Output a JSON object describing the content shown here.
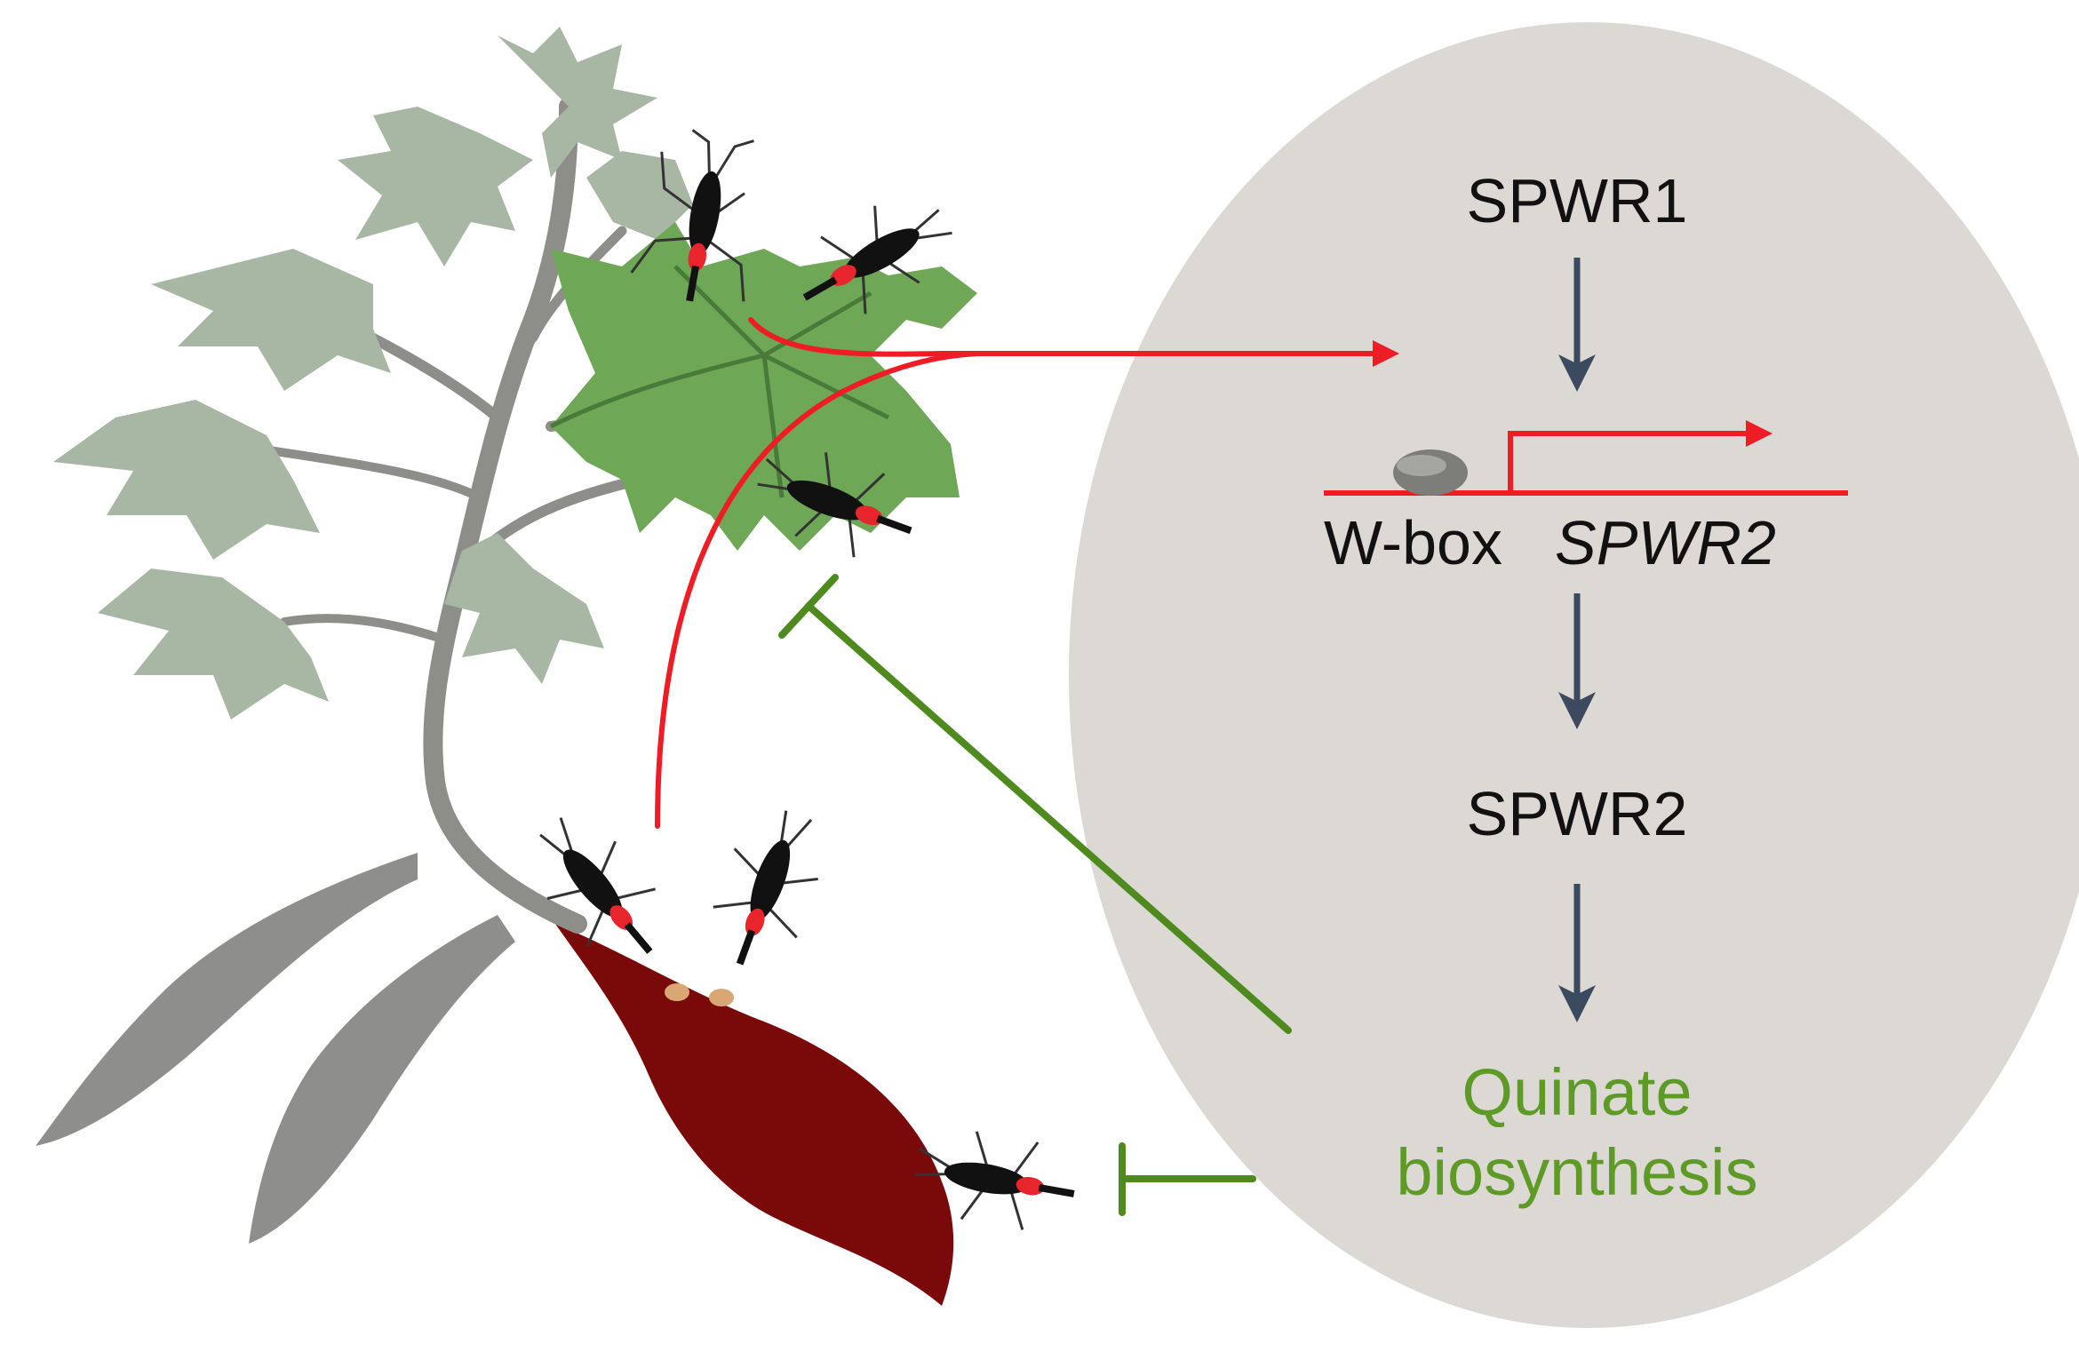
{
  "diagram": {
    "nodes": {
      "spwr1": "SPWR1",
      "wbox": "W-box",
      "spwr2_gene": "SPWR2",
      "spwr2_protein": "SPWR2",
      "quinate_line1": "Quinate",
      "quinate_line2": "biosynthesis"
    },
    "colors": {
      "cell": "#dcd8d3",
      "arrow": "#3b4a5e",
      "signal": "#ee1c25",
      "inhibit": "#4f8a1e",
      "quinate_text": "#5e9a26",
      "leaf_active": "#6ea756",
      "leaf_pale": "#a8b7a4",
      "stem": "#8d8d8a",
      "root": "#8e8e8c",
      "storage_root": "#7a0a0a",
      "insect": "#111111",
      "insect_marking": "#e8242c"
    },
    "icons": [
      "sweet-potato-plant-icon",
      "weevil-icon",
      "w-box-protein-icon"
    ]
  }
}
